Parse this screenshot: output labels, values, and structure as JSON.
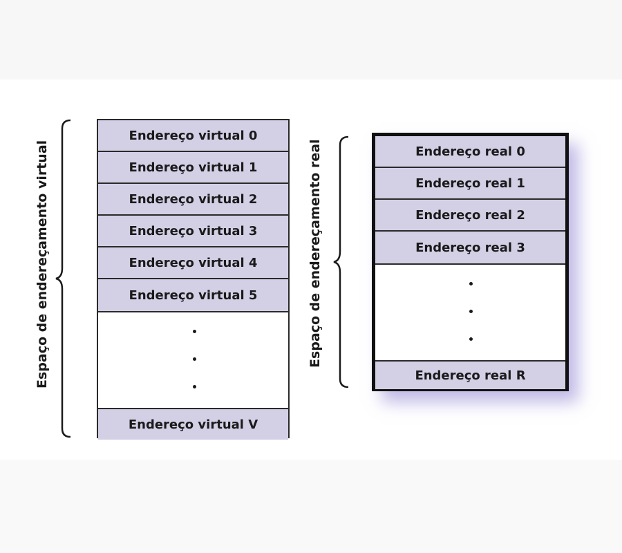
{
  "virtual": {
    "label": "Espaço de endereçamento virtual",
    "cells": [
      "Endereço virtual 0",
      "Endereço virtual 1",
      "Endereço virtual 2",
      "Endereço virtual 3",
      "Endereço virtual 4",
      "Endereço virtual 5"
    ],
    "last": "Endereço virtual V"
  },
  "real": {
    "label": "Espaço de endereçamento real",
    "cells": [
      "Endereço real 0",
      "Endereço real 1",
      "Endereço real 2",
      "Endereço real 3"
    ],
    "last": "Endereço real R"
  },
  "colors": {
    "cell_fill": "#d3d0e6",
    "border": "#2a2a2a",
    "shadow": "#8c82d2"
  }
}
